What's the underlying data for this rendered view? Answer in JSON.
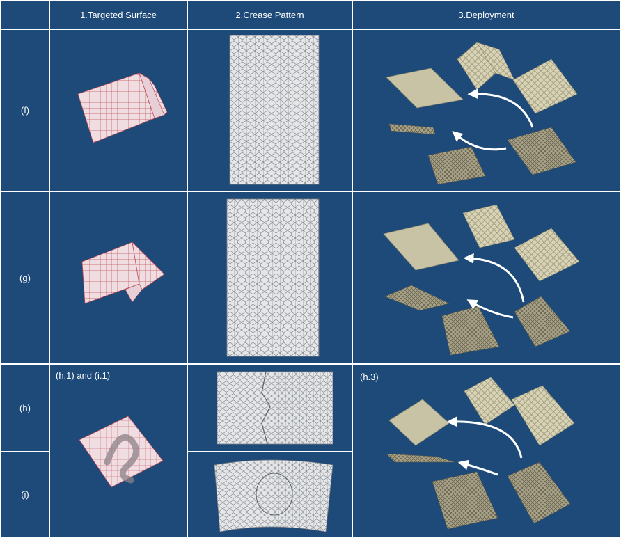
{
  "header": {
    "col1": "1.Targeted Surface",
    "col2": "2.Crease Pattern",
    "col3": "3.Deployment"
  },
  "rows": {
    "f": "(f)",
    "g": "(g)",
    "h": "(h)",
    "i": "(i)"
  },
  "annotations": {
    "surface_hi": "(h.1) and (i.1)",
    "deploy_h": "(h.3)"
  },
  "colors": {
    "cell_bg": "#1d4a78",
    "grid_line": "#ffffff",
    "surface_fill": "#f0dde2",
    "surface_grid": "#c0505a",
    "crease_fill": "#e4e6e8",
    "crease_line": "#7a7f86",
    "folded_fill": "#d8d2b4",
    "folded_dark": "#8f8a70",
    "arrow": "#ffffff"
  },
  "icons": {
    "deploy_arrow": "curved-arrow-icon"
  }
}
